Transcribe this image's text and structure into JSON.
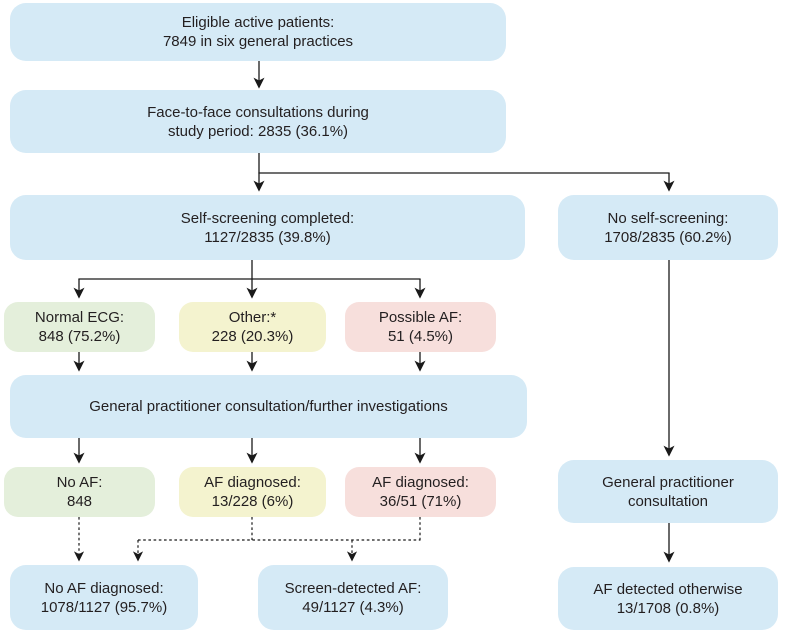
{
  "figure": {
    "description": "Flowchart of patient flow through an atrial fibrillation self-screening study in six general practices"
  },
  "colors": {
    "background": "#ffffff",
    "box_blue": "#d5eaf6",
    "box_green": "#e4efdb",
    "box_yellow": "#f4f3cf",
    "box_pink": "#f7dfdc",
    "line": "#1a1a1a",
    "text": "#231f20"
  },
  "nodes": {
    "eligible": {
      "line1": "Eligible active patients:",
      "line2": "7849 in six general practices",
      "color": "box_blue"
    },
    "consultations": {
      "line1": "Face-to-face consultations during",
      "line2": "study period: 2835 (36.1%)",
      "color": "box_blue"
    },
    "self_screening": {
      "line1": "Self-screening completed:",
      "line2": "1127/2835 (39.8%)",
      "color": "box_blue"
    },
    "no_self_screening": {
      "line1": "No self-screening:",
      "line2": "1708/2835 (60.2%)",
      "color": "box_blue"
    },
    "normal_ecg": {
      "line1": "Normal ECG:",
      "line2": "848 (75.2%)",
      "color": "box_green"
    },
    "other": {
      "line1": "Other:*",
      "line2": "228 (20.3%)",
      "color": "box_yellow"
    },
    "possible_af": {
      "line1": "Possible AF:",
      "line2": "51 (4.5%)",
      "color": "box_pink"
    },
    "gp_investigations": {
      "line1": "General practitioner consultation/further investigations",
      "color": "box_blue"
    },
    "no_af": {
      "line1": "No AF:",
      "line2": "848",
      "color": "box_green"
    },
    "af_diagnosed_other": {
      "line1": "AF diagnosed:",
      "line2": "13/228 (6%)",
      "color": "box_yellow"
    },
    "af_diagnosed_possible": {
      "line1": "AF diagnosed:",
      "line2": "36/51 (71%)",
      "color": "box_pink"
    },
    "gp_consultation": {
      "line1": "General practitioner",
      "line2": "consultation",
      "color": "box_blue"
    },
    "no_af_diagnosed": {
      "line1": "No AF diagnosed:",
      "line2": "1078/1127 (95.7%)",
      "color": "box_blue"
    },
    "screen_detected": {
      "line1": "Screen-detected AF:",
      "line2": "49/1127 (4.3%)",
      "color": "box_blue"
    },
    "af_otherwise": {
      "line1": "AF detected otherwise",
      "line2": "13/1708 (0.8%)",
      "color": "box_blue"
    }
  },
  "edges": [
    {
      "from": "eligible",
      "to": "consultations",
      "style": "solid"
    },
    {
      "from": "consultations",
      "to": "self_screening",
      "style": "solid"
    },
    {
      "from": "consultations",
      "to": "no_self_screening",
      "style": "solid"
    },
    {
      "from": "self_screening",
      "to": "normal_ecg",
      "style": "solid"
    },
    {
      "from": "self_screening",
      "to": "other",
      "style": "solid"
    },
    {
      "from": "self_screening",
      "to": "possible_af",
      "style": "solid"
    },
    {
      "from": "normal_ecg",
      "to": "gp_investigations",
      "style": "solid"
    },
    {
      "from": "other",
      "to": "gp_investigations",
      "style": "solid"
    },
    {
      "from": "possible_af",
      "to": "gp_investigations",
      "style": "solid"
    },
    {
      "from": "gp_investigations",
      "to": "no_af",
      "style": "solid"
    },
    {
      "from": "gp_investigations",
      "to": "af_diagnosed_other",
      "style": "solid"
    },
    {
      "from": "gp_investigations",
      "to": "af_diagnosed_possible",
      "style": "solid"
    },
    {
      "from": "no_af",
      "to": "no_af_diagnosed",
      "style": "dashed"
    },
    {
      "from": "af_diagnosed_other",
      "to": "no_af_diagnosed",
      "style": "dashed"
    },
    {
      "from": "af_diagnosed_other",
      "to": "screen_detected",
      "style": "dashed"
    },
    {
      "from": "af_diagnosed_possible",
      "to": "screen_detected",
      "style": "dashed"
    },
    {
      "from": "no_self_screening",
      "to": "gp_consultation",
      "style": "solid"
    },
    {
      "from": "gp_consultation",
      "to": "af_otherwise",
      "style": "solid"
    }
  ]
}
